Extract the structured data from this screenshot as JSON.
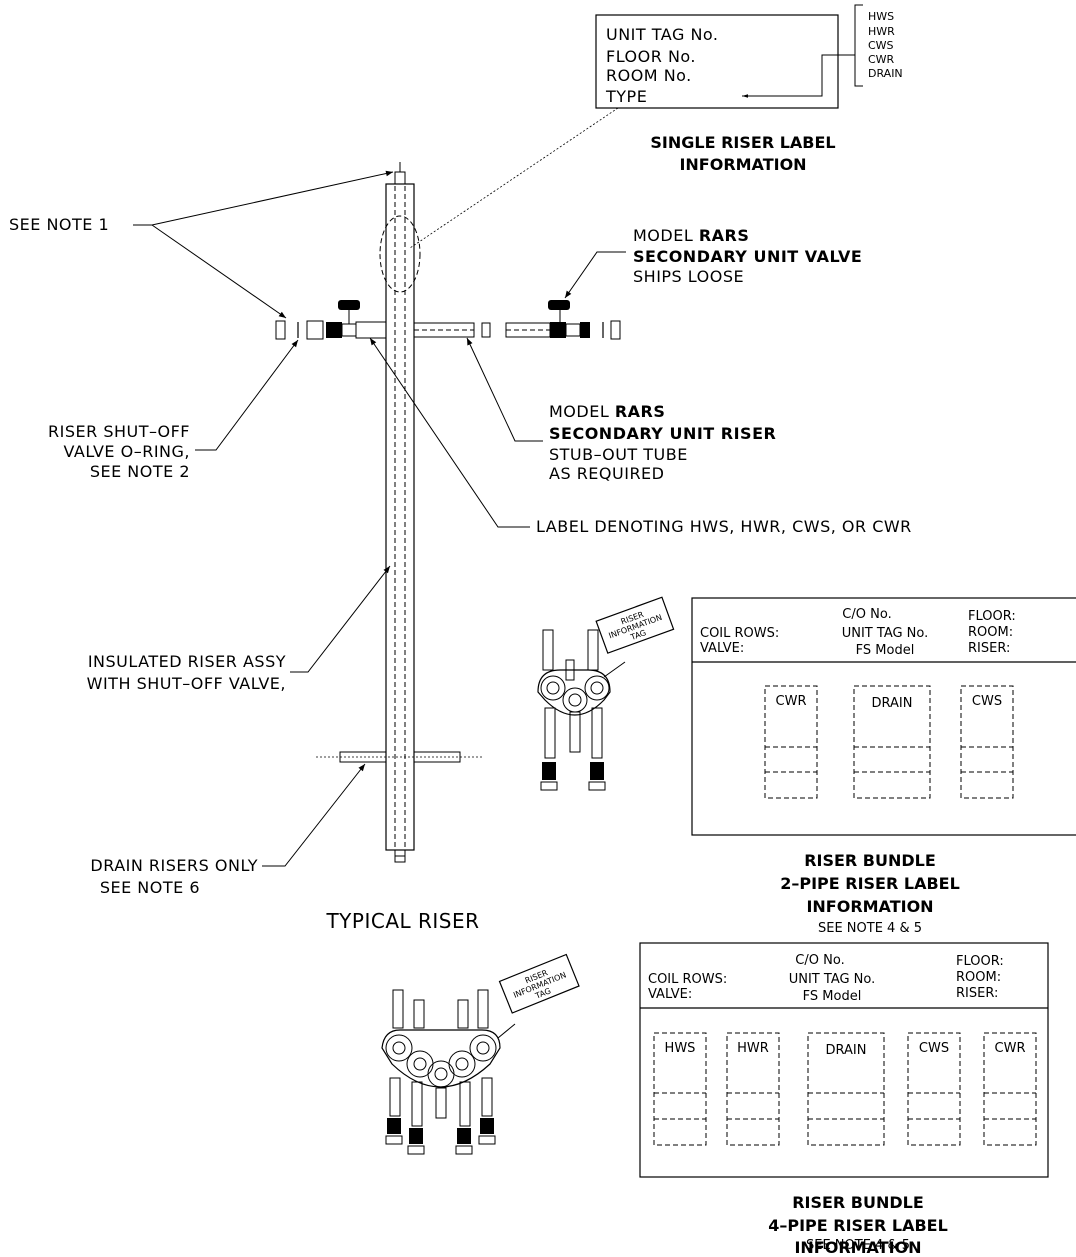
{
  "single_label": {
    "lines": [
      "UNIT TAG No.",
      "FLOOR No.",
      "ROOM No.",
      "TYPE"
    ],
    "types": [
      "HWS",
      "HWR",
      "CWS",
      "CWR",
      "DRAIN"
    ],
    "caption": [
      "SINGLE RISER LABEL",
      "INFORMATION"
    ]
  },
  "callouts": {
    "see_note_1": "SEE NOTE 1",
    "valve_model": "MODEL",
    "valve_model_name": "RARS",
    "valve_name": "SECONDARY UNIT VALVE",
    "valve_ships": "SHIPS LOOSE",
    "oring": [
      "RISER SHUT–OFF",
      "VALVE O–RING,",
      "SEE NOTE 2"
    ],
    "riser_model": "MODEL",
    "riser_model_name": "RARS",
    "riser_name": "SECONDARY UNIT RISER",
    "riser_stub": "STUB–OUT TUBE",
    "riser_req": "AS REQUIRED",
    "label_denoting": "LABEL DENOTING HWS, HWR, CWS, OR CWR",
    "insulated": [
      "INSULATED RISER ASSY",
      "WITH SHUT–OFF VALVE,"
    ],
    "drain": [
      "DRAIN RISERS ONLY",
      "SEE NOTE 6"
    ],
    "typical_riser": "TYPICAL RISER"
  },
  "tag": [
    "RISER",
    "INFORMATION",
    "TAG"
  ],
  "label_header": {
    "co": "C/O No.",
    "coil_rows": "COIL ROWS:",
    "valve": "VALVE:",
    "unit_tag": "UNIT TAG No.",
    "fs_model": "FS Model",
    "floor": "FLOOR:",
    "room": "ROOM:",
    "riser": "RISER:"
  },
  "two_pipe": {
    "slots": [
      "CWR",
      "DRAIN",
      "CWS"
    ],
    "caption": [
      "RISER BUNDLE",
      "2–PIPE RISER LABEL",
      "INFORMATION",
      "SEE NOTE 4 & 5"
    ]
  },
  "four_pipe": {
    "slots": [
      "HWS",
      "HWR",
      "DRAIN",
      "CWS",
      "CWR"
    ],
    "caption": [
      "RISER BUNDLE",
      "4–PIPE RISER LABEL",
      "INFORMATION",
      "SEE NOTE 4 & 5"
    ]
  }
}
